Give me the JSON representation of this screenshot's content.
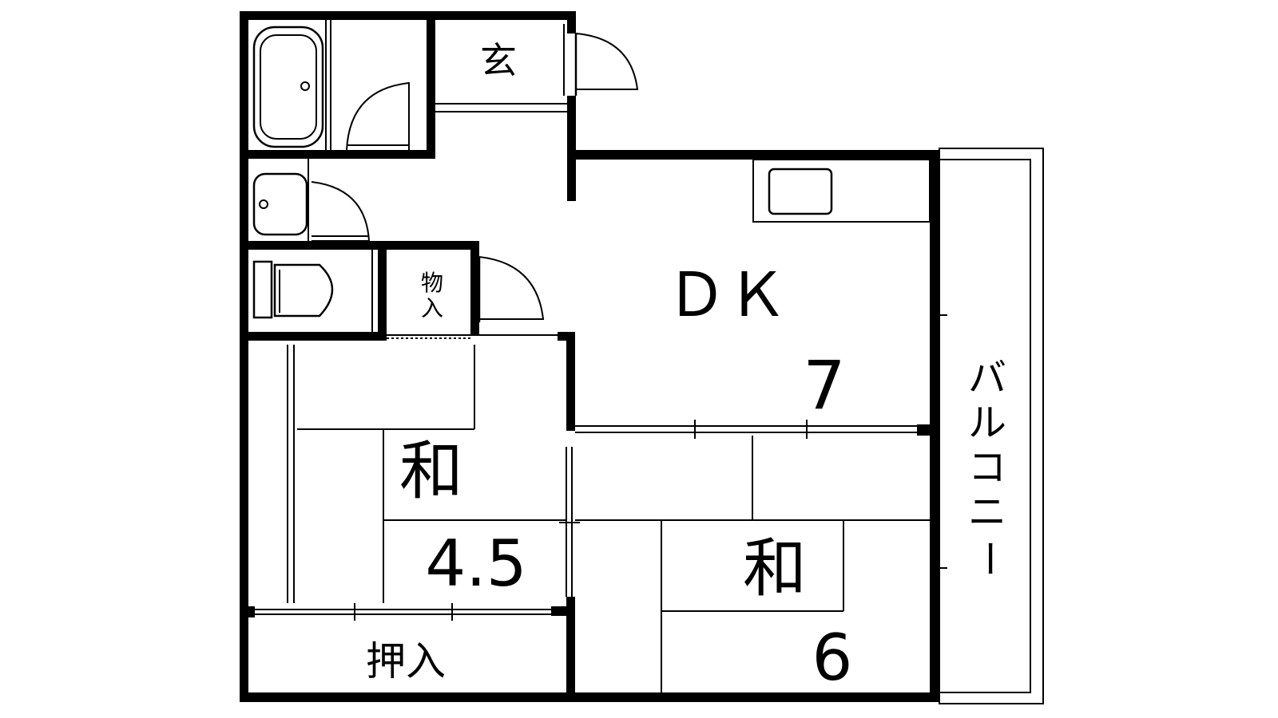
{
  "rooms": {
    "entrance": {
      "label": "玄"
    },
    "dk": {
      "label": "ＤＫ",
      "size": "7"
    },
    "storage": {
      "label_line1": "物",
      "label_line2": "入"
    },
    "washitsu_small": {
      "label": "和",
      "size": "4.5"
    },
    "washitsu_large": {
      "label": "和",
      "size": "6"
    },
    "closet": {
      "label": "押入"
    },
    "balcony": {
      "label_chars": [
        "バ",
        "ル",
        "コ",
        "ニ",
        "ー"
      ]
    }
  },
  "colors": {
    "line": "#000000",
    "background": "#ffffff"
  }
}
